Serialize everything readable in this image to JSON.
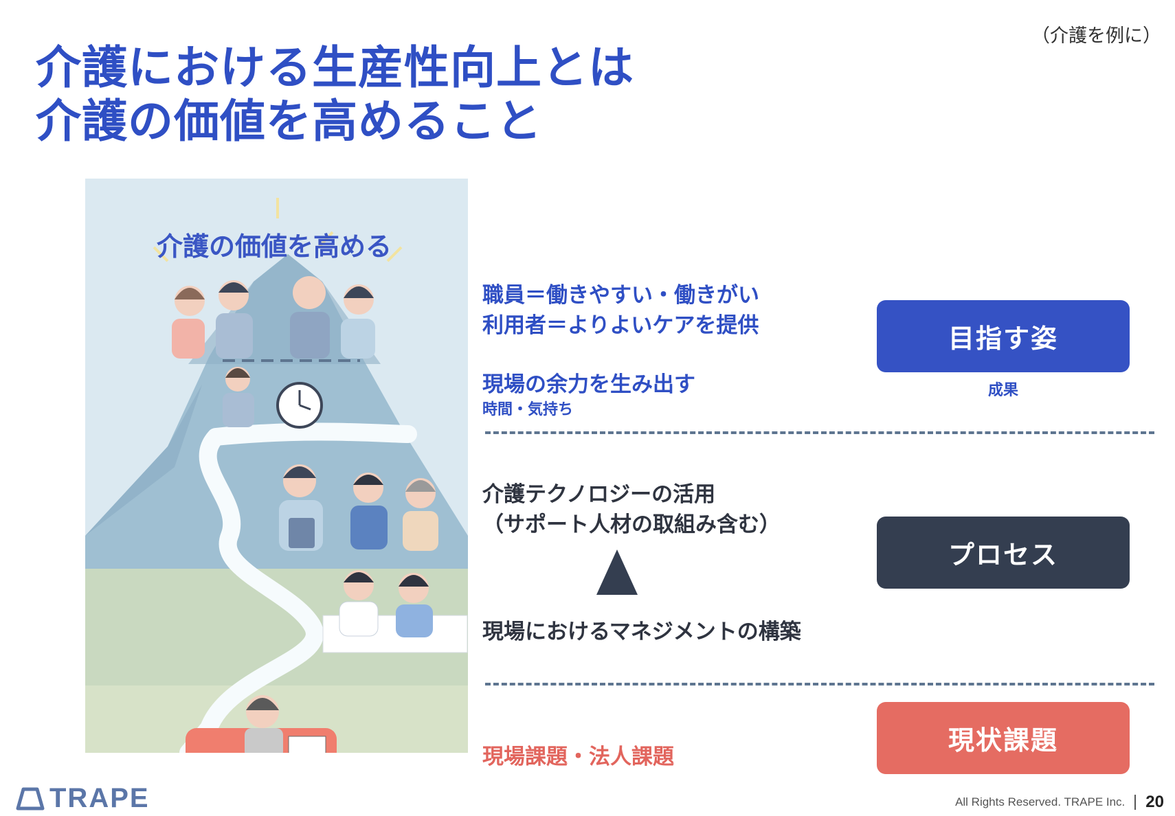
{
  "note": "（介護を例に）",
  "title": {
    "line1": "介護における生産性向上とは",
    "line2": "介護の価値を高めること"
  },
  "illustration": {
    "summit_label": "介護の価値を高める"
  },
  "statements": {
    "goal_line1": "職員＝働きやすい・働きがい",
    "goal_line2": "利用者＝よりよいケアを提供",
    "capacity": "現場の余力を生み出す",
    "capacity_sub": "時間・気持ち",
    "tech_line1": "介護テクノロジーの活用",
    "tech_line2": "（サポート人材の取組み含む）",
    "management": "現場におけるマネジメントの構築",
    "issues": "現場課題・法人課題"
  },
  "tags": {
    "goal": "目指す姿",
    "goal_caption": "成果",
    "process": "プロセス",
    "issue": "現状課題"
  },
  "footer": {
    "logo_text": "TRAPE",
    "copyright": "All Rights Reserved. TRAPE Inc.",
    "page_number": "20"
  },
  "colors": {
    "brand_blue": "#2f4fc4",
    "goal_tag": "#3552c4",
    "process_tag": "#343e50",
    "issue_tag": "#e56c62"
  }
}
